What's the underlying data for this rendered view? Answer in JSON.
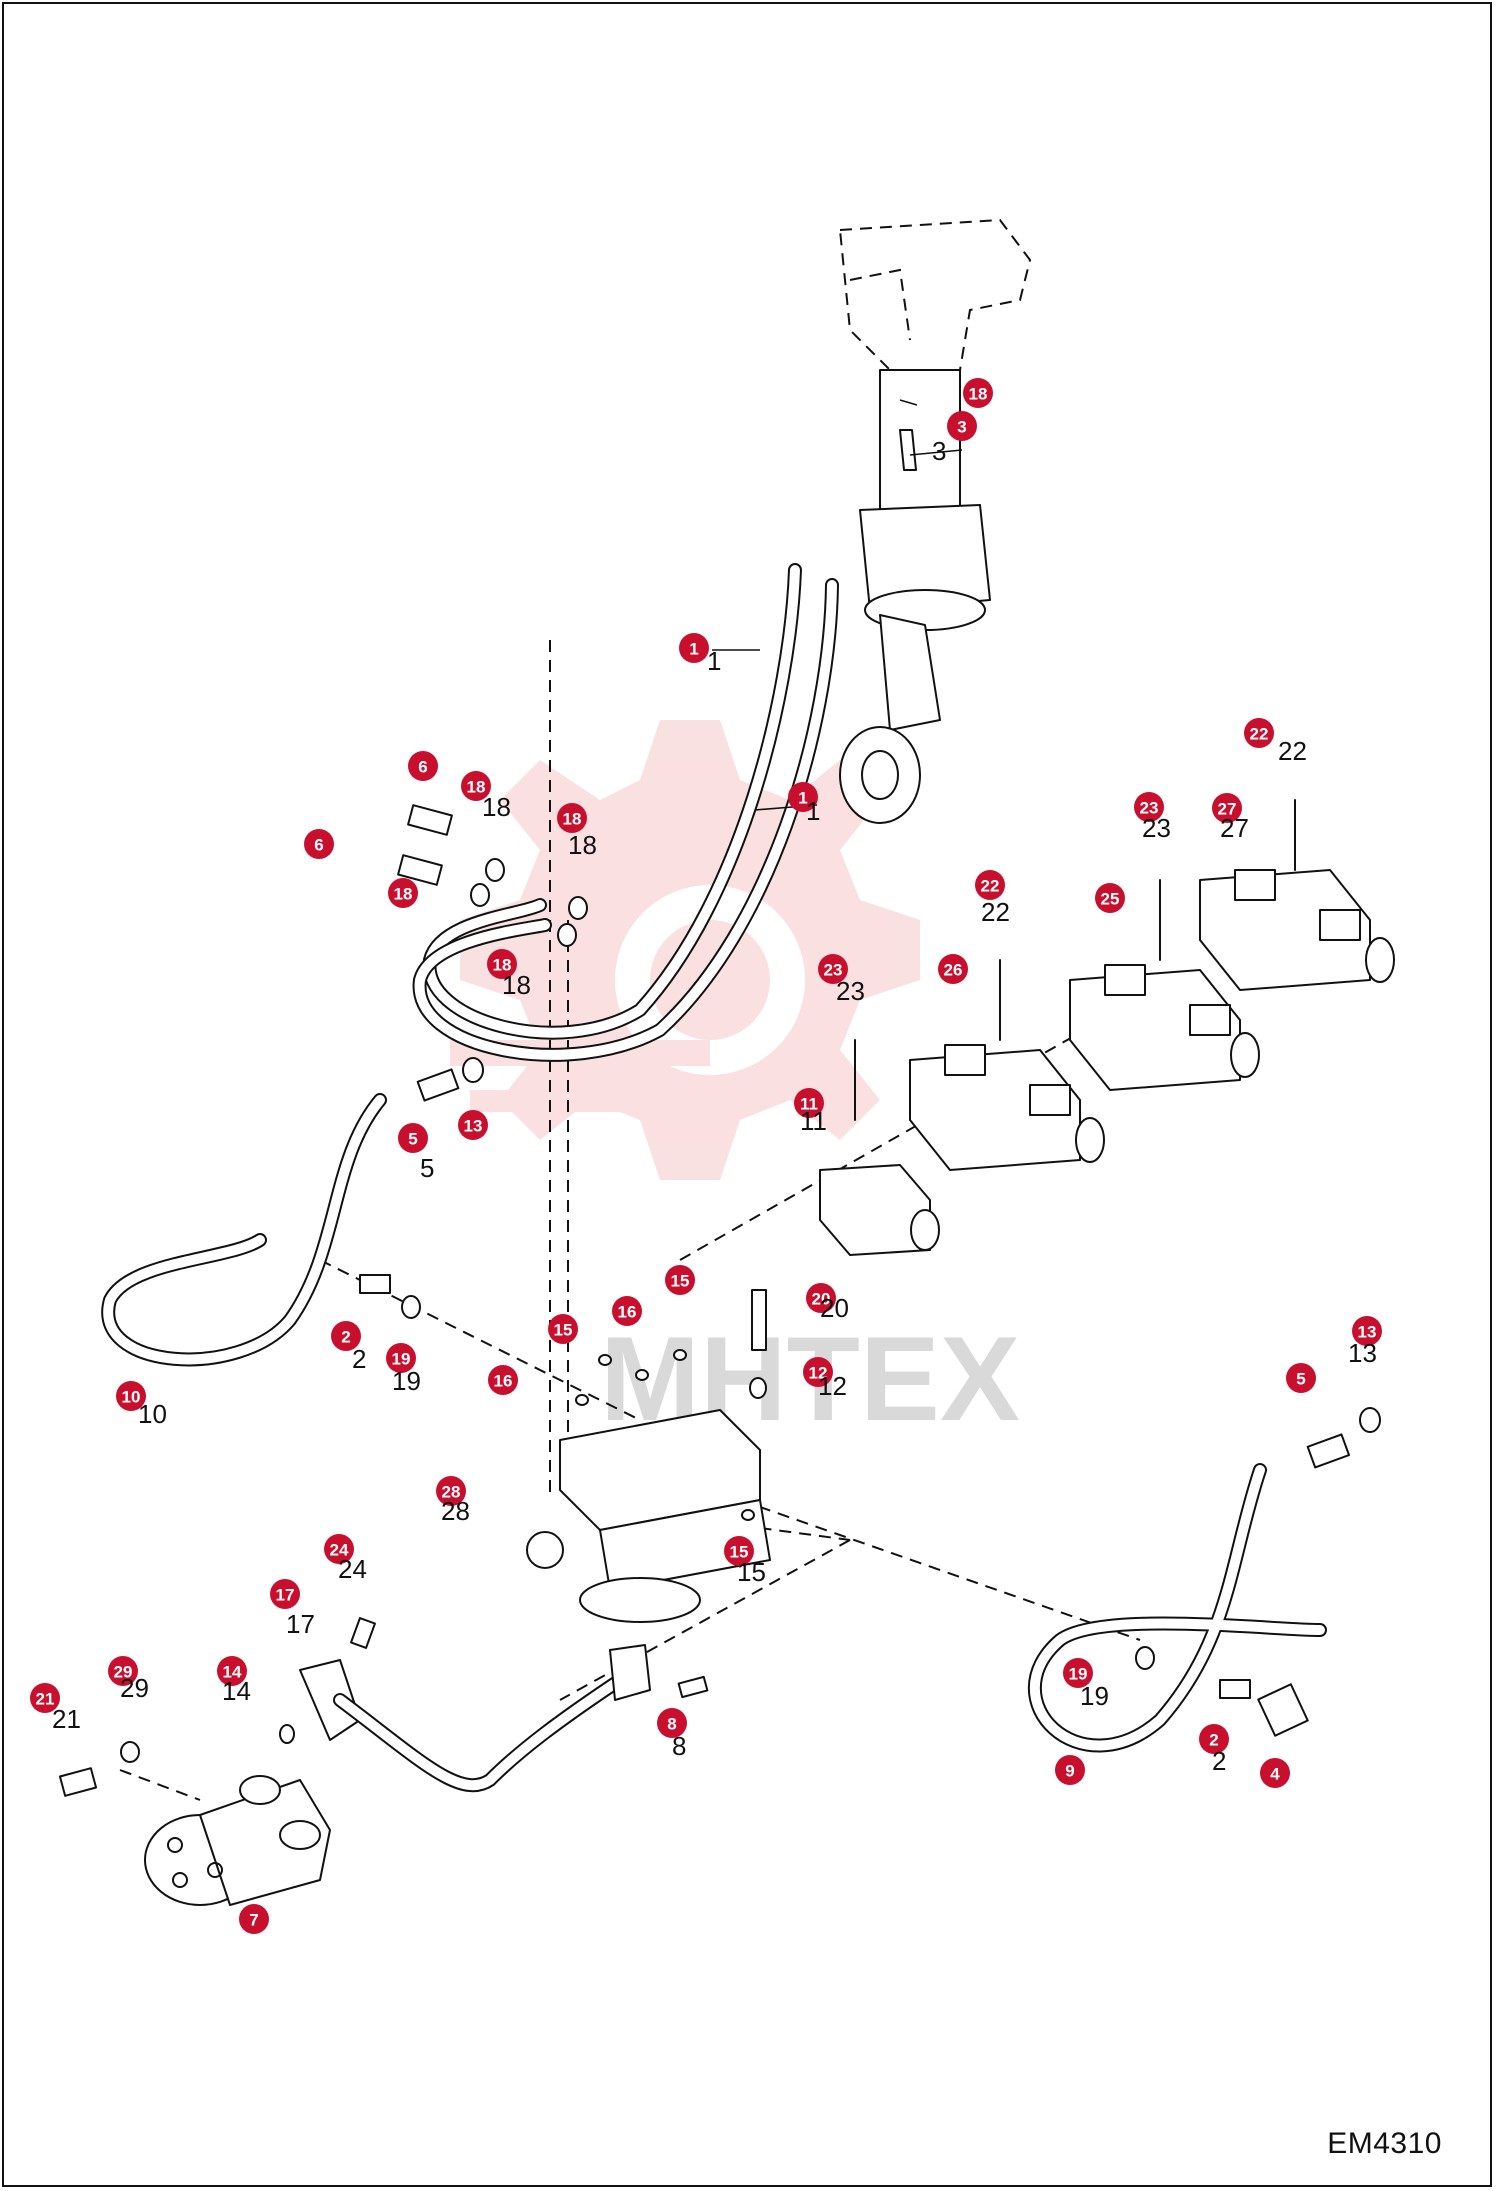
{
  "diagram_code": "EM4310",
  "watermark": {
    "text": "MHTEX",
    "color": "#f6c8c8"
  },
  "accent_color": "#c8102e",
  "part_labels": {
    "1": "1",
    "2": "2",
    "3": "3",
    "4": "4",
    "5": "5",
    "6": "6",
    "7": "7",
    "8": "8",
    "9": "9",
    "10": "10",
    "11": "11",
    "12": "12",
    "13": "13",
    "14": "14",
    "15": "15",
    "16": "16",
    "17": "17",
    "18": "18",
    "19": "19",
    "20": "20",
    "21": "21",
    "22": "22",
    "23": "23",
    "24": "24",
    "25": "25",
    "26": "26",
    "27": "27",
    "28": "28",
    "29": "29"
  }
}
